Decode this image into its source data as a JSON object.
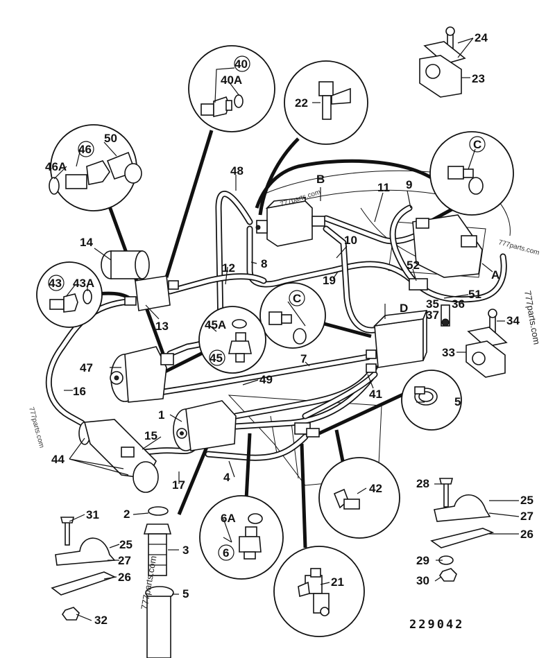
{
  "drawing_number": "229042",
  "watermarks": [
    "777parts.com",
    "777parts.com",
    "777parts.com",
    "777parts.com",
    "777parts.com"
  ],
  "callouts": {
    "c1": "1",
    "c2": "2",
    "c3": "3",
    "c4": "4",
    "c5a": "5",
    "c5b": "5",
    "c6": "6",
    "c6A": "6A",
    "c7": "7",
    "c8": "8",
    "c9": "9",
    "c10": "10",
    "c11": "11",
    "c12": "12",
    "c13": "13",
    "c14": "14",
    "c15": "15",
    "c16": "16",
    "c17": "17",
    "c19": "19",
    "c21": "21",
    "c22": "22",
    "c23": "23",
    "c24": "24",
    "c25a": "25",
    "c25b": "25",
    "c26a": "26",
    "c26b": "26",
    "c27a": "27",
    "c27b": "27",
    "c28": "28",
    "c29": "29",
    "c30": "30",
    "c31": "31",
    "c32": "32",
    "c33": "33",
    "c34": "34",
    "c35": "35",
    "c36": "36",
    "c37": "37",
    "c40": "40",
    "c40A": "40A",
    "c41": "41",
    "c42": "42",
    "c43": "43",
    "c43A": "43A",
    "c44": "44",
    "c45": "45",
    "c45A": "45A",
    "c46": "46",
    "c46A": "46A",
    "c47": "47",
    "c48": "48",
    "c49": "49",
    "c50": "50",
    "c51": "51",
    "c52": "52"
  },
  "letters": {
    "A": "A",
    "B": "B",
    "C1": "C",
    "C2": "C",
    "D": "D"
  }
}
